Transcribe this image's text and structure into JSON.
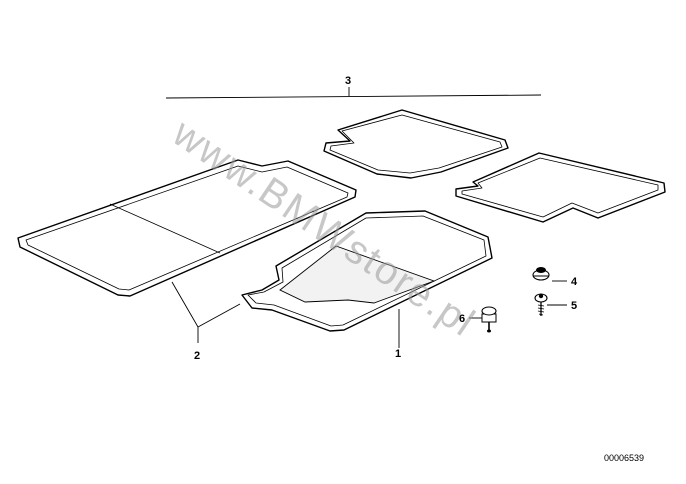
{
  "diagram": {
    "part_labels": {
      "p1": "1",
      "p2": "2",
      "p3": "3",
      "p4": "4",
      "p5": "5",
      "p6": "6"
    },
    "document_number": "00006539",
    "watermark": "www.BMWstore.pl"
  }
}
